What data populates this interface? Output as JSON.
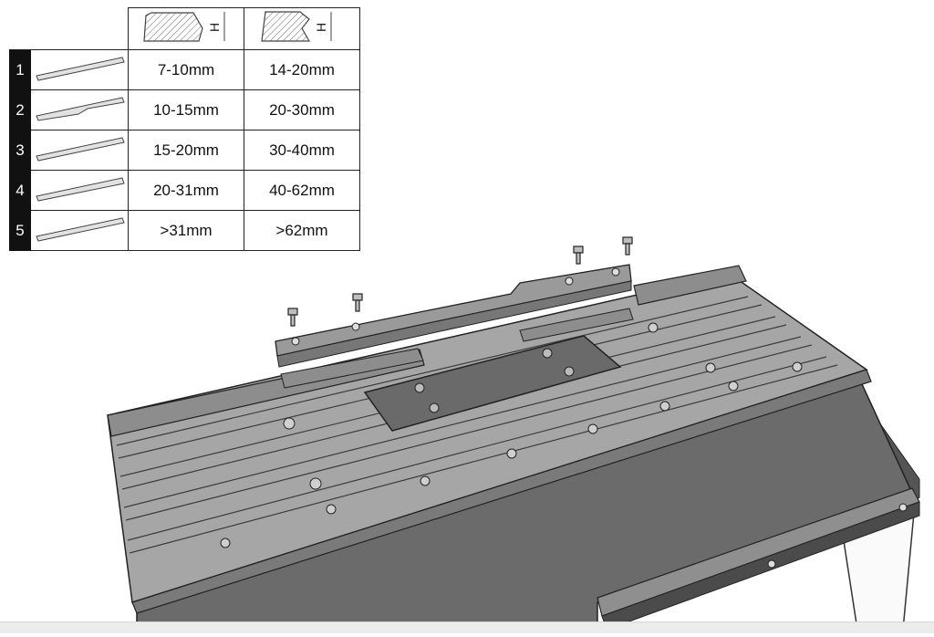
{
  "table": {
    "header_icons": [
      "thin-profile-icon",
      "thick-profile-icon"
    ],
    "header_dimension_label": "H",
    "rows": [
      {
        "num": "1",
        "thin": "7-10mm",
        "thick": "14-20mm"
      },
      {
        "num": "2",
        "thin": "10-15mm",
        "thick": "20-30mm"
      },
      {
        "num": "3",
        "thin": "15-20mm",
        "thick": "30-40mm"
      },
      {
        "num": "4",
        "thin": "20-31mm",
        "thick": "40-62mm"
      },
      {
        "num": "5",
        "thin": ">31mm",
        "thick": ">62mm"
      }
    ]
  },
  "colors": {
    "table_body": "#7d7d7d",
    "table_top": "#a9a9a9",
    "table_front": "#5e5e5e",
    "rail": "#8a8a8a",
    "plate": "#6a6a6a"
  }
}
